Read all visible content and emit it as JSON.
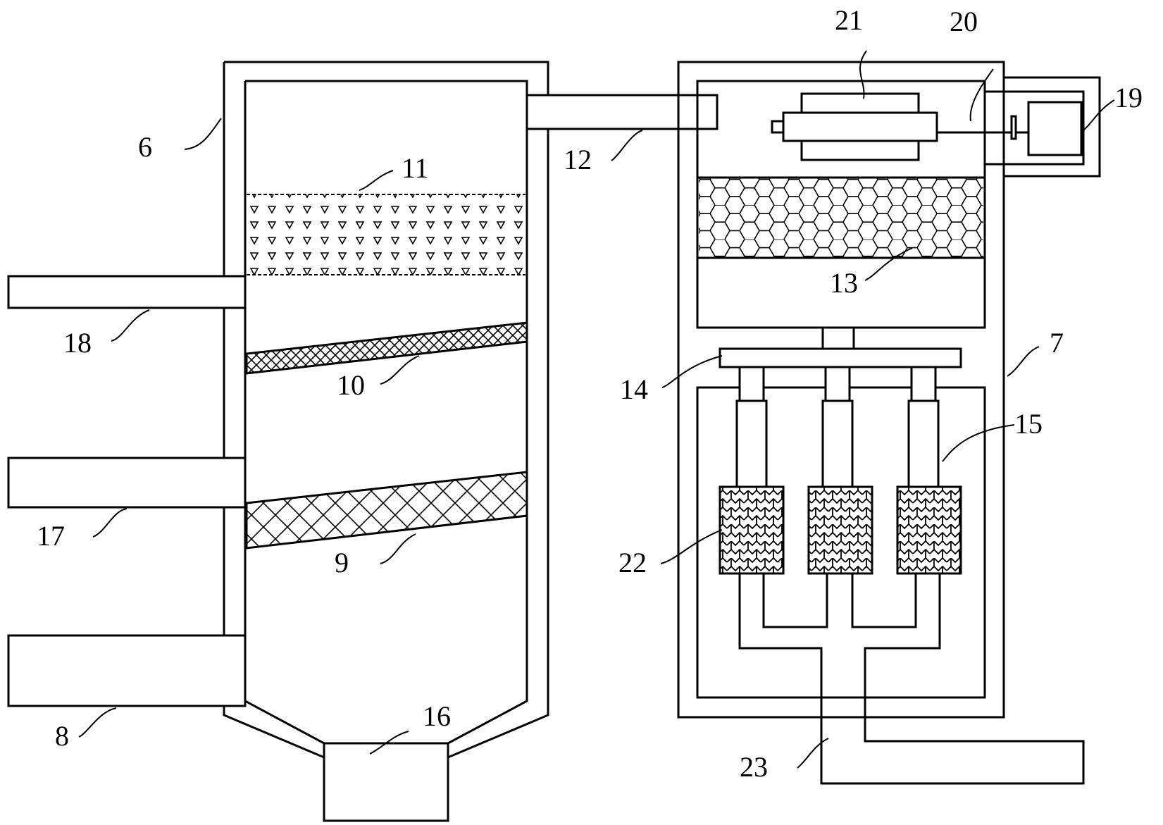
{
  "labels": {
    "n6": "6",
    "n7": "7",
    "n8": "8",
    "n9": "9",
    "n10": "10",
    "n11": "11",
    "n12": "12",
    "n13": "13",
    "n14": "14",
    "n15": "15",
    "n16": "16",
    "n17": "17",
    "n18": "18",
    "n19": "19",
    "n20": "20",
    "n21": "21",
    "n22": "22",
    "n23": "23"
  }
}
